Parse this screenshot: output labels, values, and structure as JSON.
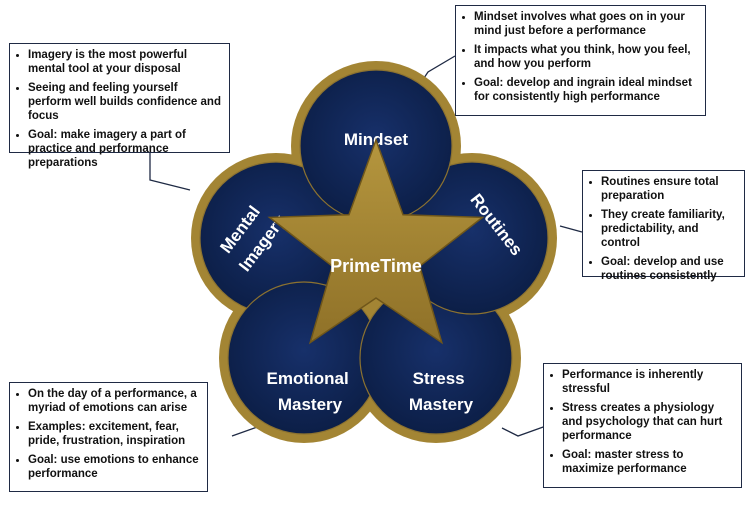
{
  "colors": {
    "circle_fill": "#0e2452",
    "gold": "#a38534",
    "gold_dark": "#7d6322",
    "callout_border": "#1f2a44"
  },
  "center": {
    "label": "PrimeTime"
  },
  "petals": [
    {
      "key": "mindset",
      "lines": [
        "Mindset"
      ]
    },
    {
      "key": "routines",
      "lines": [
        "Routines"
      ]
    },
    {
      "key": "stress",
      "lines": [
        "Stress",
        "Mastery"
      ]
    },
    {
      "key": "emotional",
      "lines": [
        "Emotional",
        "Mastery"
      ]
    },
    {
      "key": "mental",
      "lines": [
        "Mental",
        "Imagery"
      ]
    }
  ],
  "callouts": {
    "mindset": [
      "Mindset involves what goes on in your mind just before a performance",
      "It impacts what you think, how you feel, and how you perform",
      "Goal: develop and ingrain ideal mindset for consistently high performance"
    ],
    "mental": [
      "Imagery is the most powerful mental tool at your disposal",
      "Seeing and feeling yourself perform well builds confidence and focus",
      "Goal: make imagery a part of practice and performance preparations"
    ],
    "routines": [
      "Routines ensure total preparation",
      "They create familiarity, predictability, and control",
      "Goal: develop and use routines consistently"
    ],
    "emotional": [
      "On the day of a performance, a myriad of emotions can arise",
      "Examples: excitement, fear, pride, frustration, inspiration",
      "Goal: use emotions to enhance performance"
    ],
    "stress": [
      "Performance is inherently stressful",
      "Stress creates a physiology and psychology that can hurt performance",
      "Goal: master stress to maximize performance"
    ]
  }
}
